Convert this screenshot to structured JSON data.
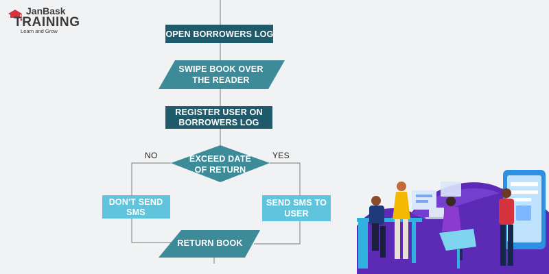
{
  "logo": {
    "brand_top": "JanBask",
    "brand_main": "TRAINING",
    "tagline": "Learn and Grow"
  },
  "colors": {
    "process_fill": "#1f5b6b",
    "io_fill": "#3d8a99",
    "decision_fill": "#3d8a99",
    "side_box_fill": "#5fc4dc",
    "edge_stroke": "#8e8e8e",
    "accent_red": "#d5333d"
  },
  "flowchart": {
    "nodes": {
      "open_log": {
        "line1": "OPEN BORROWERS LOG",
        "line2": ""
      },
      "swipe_book": {
        "line1": "SWIPE BOOK OVER",
        "line2": "THE READER"
      },
      "register_user": {
        "line1": "REGISTER USER ON",
        "line2": "BORROWERS LOG"
      },
      "exceed_date": {
        "line1": "EXCEED DATE",
        "line2": "OF RETURN"
      },
      "dont_send": {
        "line1": "DON'T SEND",
        "line2": "SMS"
      },
      "send_sms": {
        "line1": "SEND SMS TO",
        "line2": "USER"
      },
      "return_book": {
        "line1": "RETURN BOOK",
        "line2": ""
      }
    },
    "edge_labels": {
      "no": "NO",
      "yes": "YES"
    }
  }
}
